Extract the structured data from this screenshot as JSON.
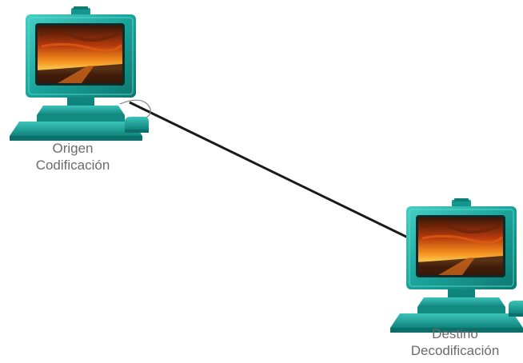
{
  "nodes": {
    "origin": {
      "line1": "Origen",
      "line2": "Codificación"
    },
    "destination": {
      "line1": "Destino",
      "line2": "Decodificación"
    }
  },
  "colors": {
    "computer_body": "#1aa39a",
    "computer_dark": "#0e7d76",
    "computer_light": "#3cc4ba",
    "link": "#1a1a1a",
    "label": "#6b6b6b"
  },
  "icons": {
    "origin": "desktop-computer-icon",
    "destination": "desktop-computer-icon"
  }
}
